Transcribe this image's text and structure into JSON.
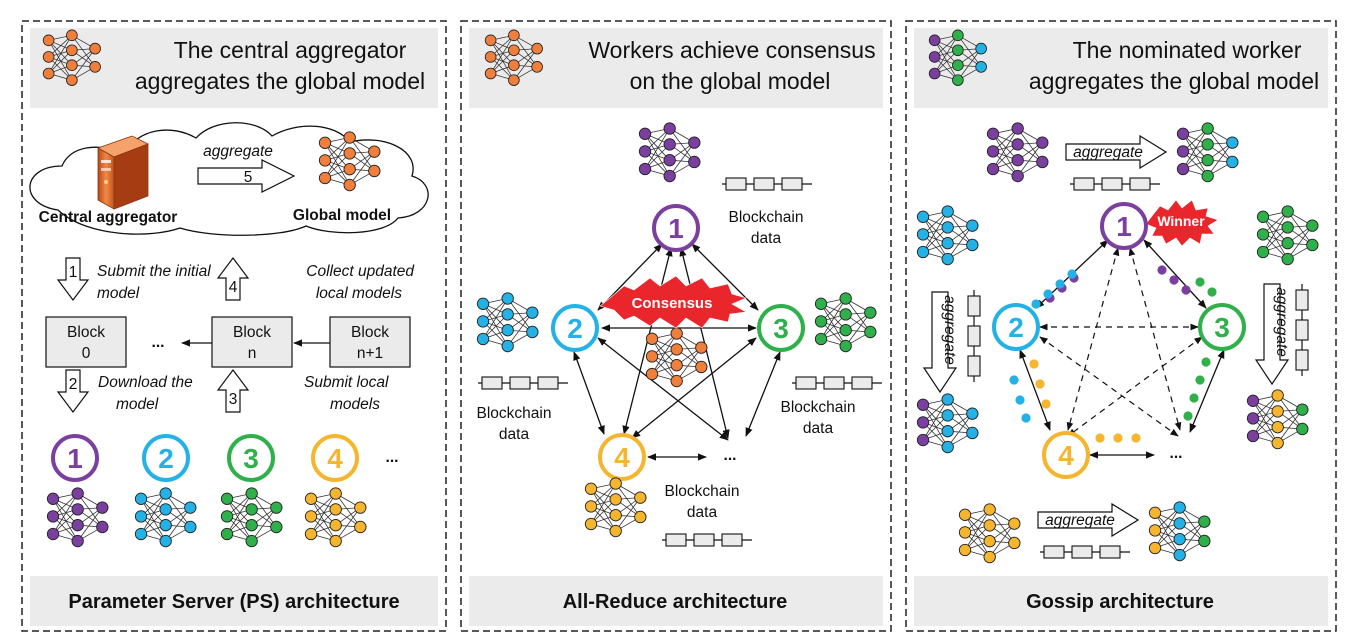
{
  "colors": {
    "orange": "#f07f3c",
    "purple": "#7b3fa0",
    "blue": "#24b2e6",
    "green": "#2fb04a",
    "yellow": "#f5b52e",
    "red_burst": "#e8262b",
    "panel_header": "#ebebeb"
  },
  "panels": [
    {
      "header_line1": "The central aggregator",
      "header_line2": "aggregates the global model",
      "footer": "Parameter Server (PS) architecture",
      "central_aggregator": "Central aggregator",
      "global_model": "Global model",
      "aggregate_label": "aggregate",
      "step5": "5",
      "step1": "1",
      "step1_line1": "Submit the initial",
      "step1_line2": "model",
      "step4": "4",
      "step4_line1": "Collect updated",
      "step4_line2": "local models",
      "step2": "2",
      "step2_line1": "Download the",
      "step2_line2": "model",
      "step3": "3",
      "step3_line1": "Submit local",
      "step3_line2": "models",
      "blocks": [
        {
          "line1": "Block",
          "line2": "0"
        },
        {
          "line1": "Block",
          "line2": "n"
        },
        {
          "line1": "Block",
          "line2": "n+1"
        }
      ],
      "block_ellipsis": "...",
      "worker_numbers": [
        "1",
        "2",
        "3",
        "4"
      ],
      "workers_ellipsis": "..."
    },
    {
      "header_line1": "Workers achieve consensus",
      "header_line2": "on the global model",
      "footer": "All-Reduce architecture",
      "consensus": "Consensus",
      "chain_line1": "Blockchain",
      "chain_line2": "data",
      "worker_numbers": [
        "1",
        "2",
        "3",
        "4"
      ],
      "ellipsis": "..."
    },
    {
      "header_line1": "The nominated worker",
      "header_line2": "aggregates the global model",
      "footer": "Gossip architecture",
      "winner": "Winner",
      "aggregate_label": "aggregate",
      "worker_numbers": [
        "1",
        "2",
        "3",
        "4"
      ],
      "ellipsis": "..."
    }
  ]
}
